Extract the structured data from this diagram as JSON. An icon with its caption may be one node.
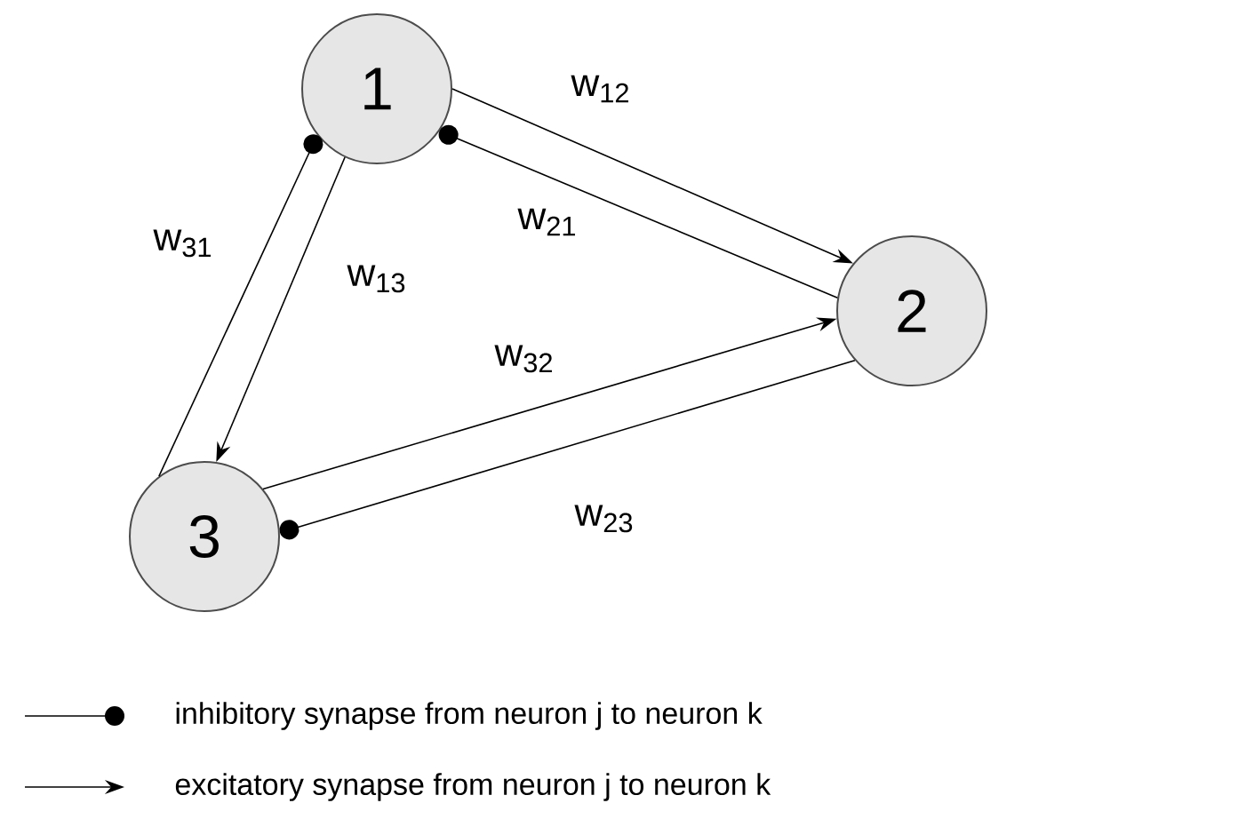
{
  "diagram": {
    "nodes": [
      {
        "text": [
          "1"
        ]
      },
      {
        "text": [
          "2"
        ]
      },
      {
        "text": [
          "3"
        ]
      }
    ],
    "edges": [
      {
        "from": 0,
        "to": 1,
        "arrow": "to",
        "label": "w$_{12}$"
      },
      {
        "from": 1,
        "to": 0,
        "arrow": "other",
        "label": "w$_{21}$"
      },
      {
        "from": 0,
        "to": 2,
        "arrow": "to",
        "label": "w$_{13}$"
      },
      {
        "from": 2,
        "to": 0,
        "arrow": "other",
        "label": "w$_{31}$"
      },
      {
        "from": 2,
        "to": 1,
        "arrow": "to",
        "label": "w$_{32}$"
      },
      {
        "from": 1,
        "to": 2,
        "arrow": "other",
        "label": "w$_{23}$"
      }
    ],
    "legend": [
      {
        "text": "inhibitory synapse from neuron j to neuron k"
      },
      {
        "text": "excitatory synapse from neuron j to neuron k"
      }
    ]
  }
}
